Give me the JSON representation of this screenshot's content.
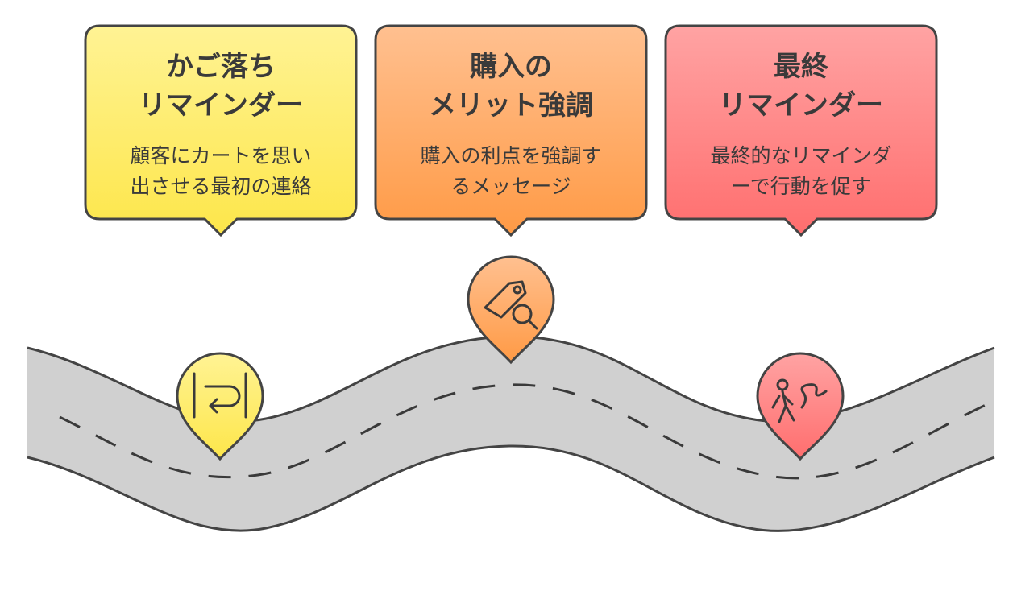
{
  "stages": [
    {
      "title_lines": [
        "かご落ち",
        "リマインダー"
      ],
      "desc_lines": [
        "顧客にカートを思い",
        "出させる最初の連絡"
      ],
      "icon": "return-arrow-icon",
      "color": "#fde64a",
      "color_light": "#fff394"
    },
    {
      "title_lines": [
        "購入の",
        "メリット強調"
      ],
      "desc_lines": [
        "購入の利点を強調す",
        "るメッセージ"
      ],
      "icon": "price-tag-search-icon",
      "color": "#ff9a45",
      "color_light": "#ffc090"
    },
    {
      "title_lines": [
        "最終",
        "リマインダー"
      ],
      "desc_lines": [
        "最終的なリマインダ",
        "ーで行動を促す"
      ],
      "icon": "person-walking-path-icon",
      "color": "#ff6e6e",
      "color_light": "#ffa3a3"
    }
  ],
  "colors": {
    "road": "#cfcfcf",
    "outline": "#444444",
    "text": "#3a3a3a"
  }
}
